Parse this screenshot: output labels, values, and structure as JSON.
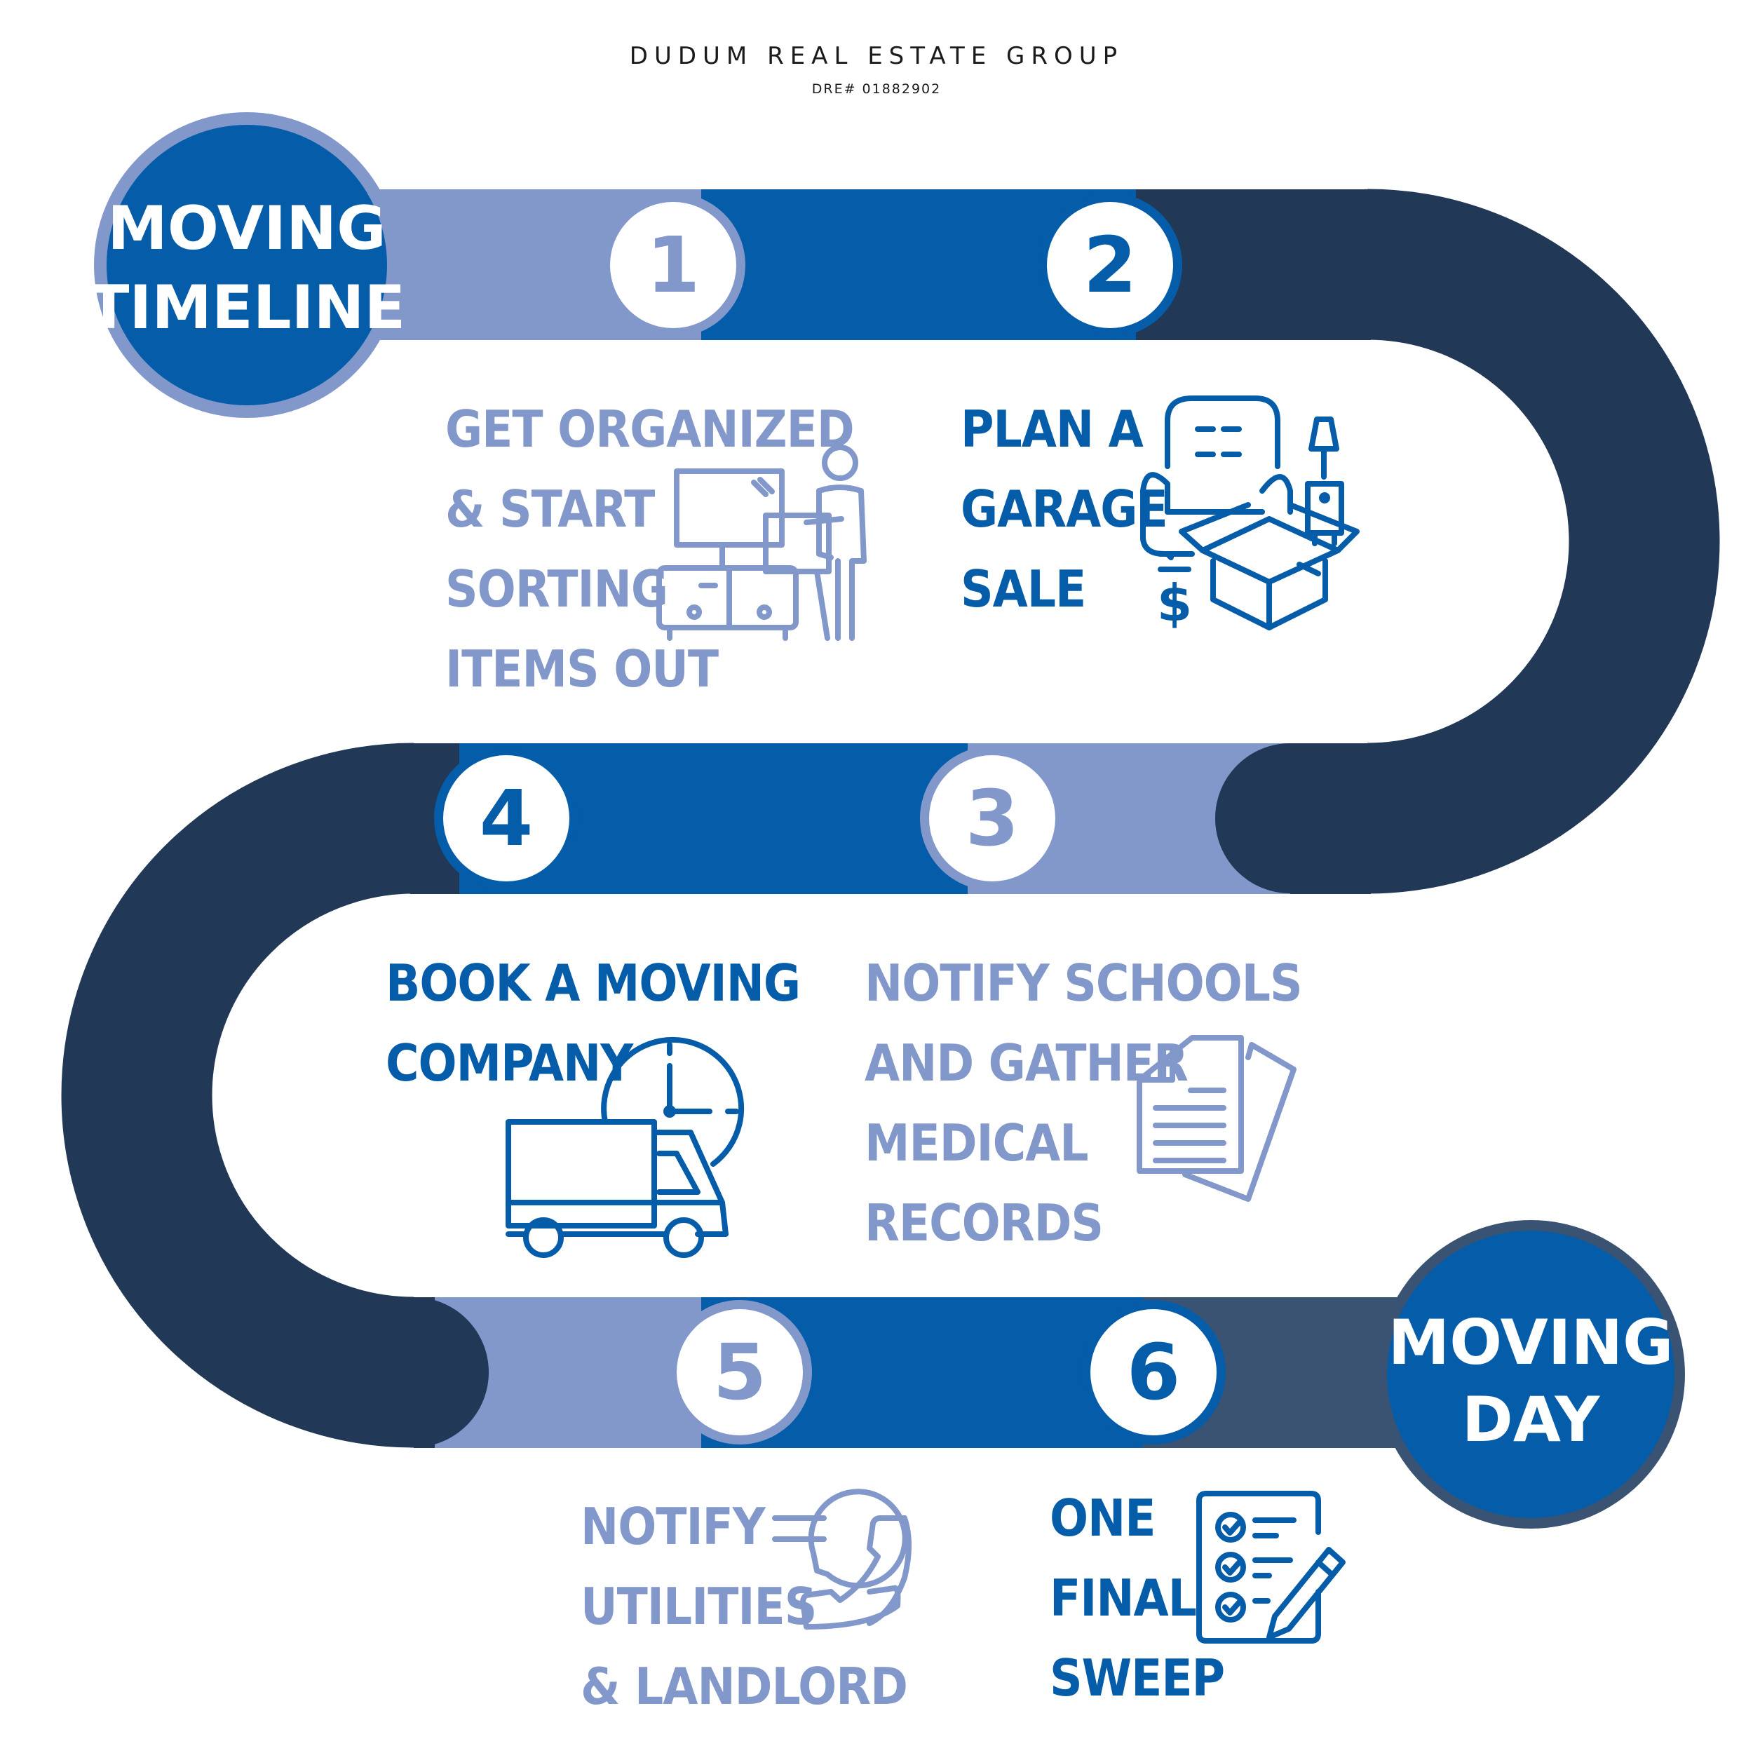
{
  "brand": {
    "name": "DUDUM REAL ESTATE GROUP",
    "license": "DRE# 01882902"
  },
  "start_badge": {
    "line1": "MOVING",
    "line2": "TIMELINE"
  },
  "end_badge": {
    "line1": "MOVING",
    "line2": "DAY"
  },
  "colors": {
    "navy": "#213856",
    "mid_blue": "#055ca8",
    "light_blue": "#8298cb",
    "slate": "#3b5373",
    "white": "#ffffff"
  },
  "steps": [
    {
      "number": "1",
      "text": "GET ORGANIZED\n& START\nSORTING\nITEMS OUT",
      "icon": "person-tv-desk-icon"
    },
    {
      "number": "2",
      "text": "PLAN A\nGARAGE\nSALE",
      "icon": "furniture-box-dollar-icon"
    },
    {
      "number": "3",
      "text": "NOTIFY SCHOOLS\nAND GATHER\nMEDICAL\nRECORDS",
      "icon": "documents-icon"
    },
    {
      "number": "4",
      "text": "BOOK A MOVING\nCOMPANY",
      "icon": "truck-clock-icon"
    },
    {
      "number": "5",
      "text": "NOTIFY\nUTILITIES\n& LANDLORD",
      "icon": "phone-chat-icon"
    },
    {
      "number": "6",
      "text": "ONE\nFINAL\nSWEEP",
      "icon": "checklist-pencil-icon"
    }
  ]
}
